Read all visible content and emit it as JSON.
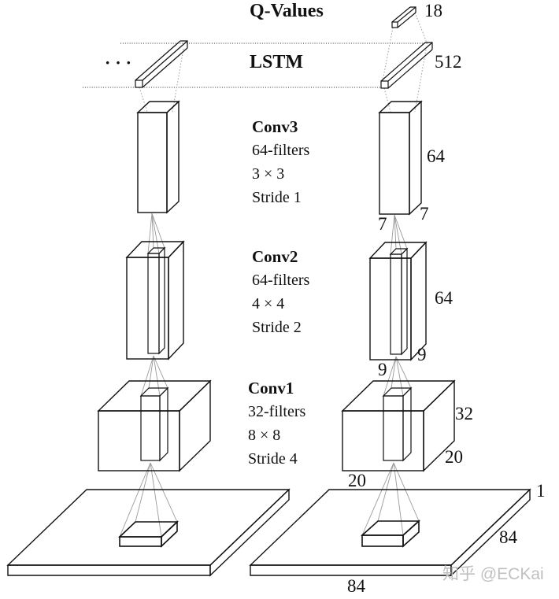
{
  "output_layer": {
    "label": "Q-Values",
    "units": "18"
  },
  "lstm_layer": {
    "label": "LSTM",
    "units": "512",
    "ellipsis": "···"
  },
  "conv_layers": [
    {
      "name": "Conv3",
      "filters": "64-filters",
      "kernel": "3 × 3",
      "stride": "Stride 1",
      "channels": "64",
      "out_width": "7",
      "out_height": "7"
    },
    {
      "name": "Conv2",
      "filters": "64-filters",
      "kernel": "4 × 4",
      "stride": "Stride 2",
      "channels": "64",
      "out_width": "9",
      "out_height": "9"
    },
    {
      "name": "Conv1",
      "filters": "32-filters",
      "kernel": "8 × 8",
      "stride": "Stride 4",
      "channels": "32",
      "out_width": "20",
      "out_height": "20"
    }
  ],
  "input_layer": {
    "channels": "1",
    "height": "84",
    "width": "84"
  },
  "watermark": "知乎 @ECKai",
  "colors": {
    "line": "#111111",
    "faint": "#9a9a9a",
    "watermark": "#c0c0c0"
  }
}
